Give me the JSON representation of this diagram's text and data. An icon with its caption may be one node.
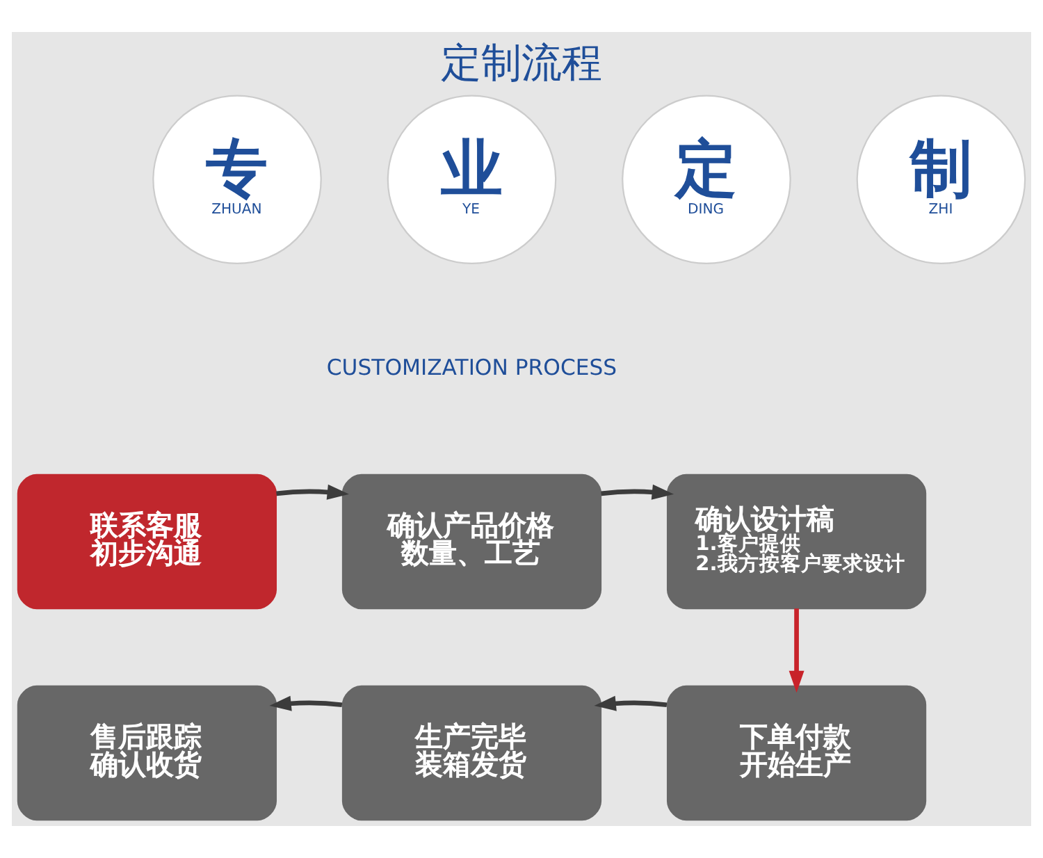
{
  "diagram": {
    "title": "定制流程",
    "nodes": [
      {
        "text": [
          "专",
          "ZHUAN"
        ]
      },
      {
        "text": [
          "业",
          "YE"
        ]
      },
      {
        "text": [
          "定",
          "DING"
        ]
      },
      {
        "text": [
          "制",
          "ZHI"
        ]
      },
      {
        "text": [
          "联系客服初步沟通"
        ]
      },
      {
        "text": [
          "确认产品价格数量、工艺"
        ]
      },
      {
        "text": [
          "确认设计稿",
          "1.客户提供",
          "2.我方按客户要求设计"
        ]
      },
      {
        "text": [
          "售后跟踪确认收货"
        ]
      },
      {
        "text": [
          "生产完毕装箱发货"
        ]
      },
      {
        "text": [
          "下单付款开始生产"
        ]
      }
    ],
    "edges": [
      {
        "from": 4,
        "to": 5,
        "arrow": "to"
      },
      {
        "from": 5,
        "to": 6,
        "arrow": "to"
      },
      {
        "from": 6,
        "to": 9,
        "arrow": "to",
        "color": "#c8232a"
      },
      {
        "from": 9,
        "to": 8,
        "arrow": "to"
      },
      {
        "from": 8,
        "to": 7,
        "arrow": "to"
      }
    ],
    "labels": [
      "CUSTOMIZATION PROCESS"
    ]
  }
}
